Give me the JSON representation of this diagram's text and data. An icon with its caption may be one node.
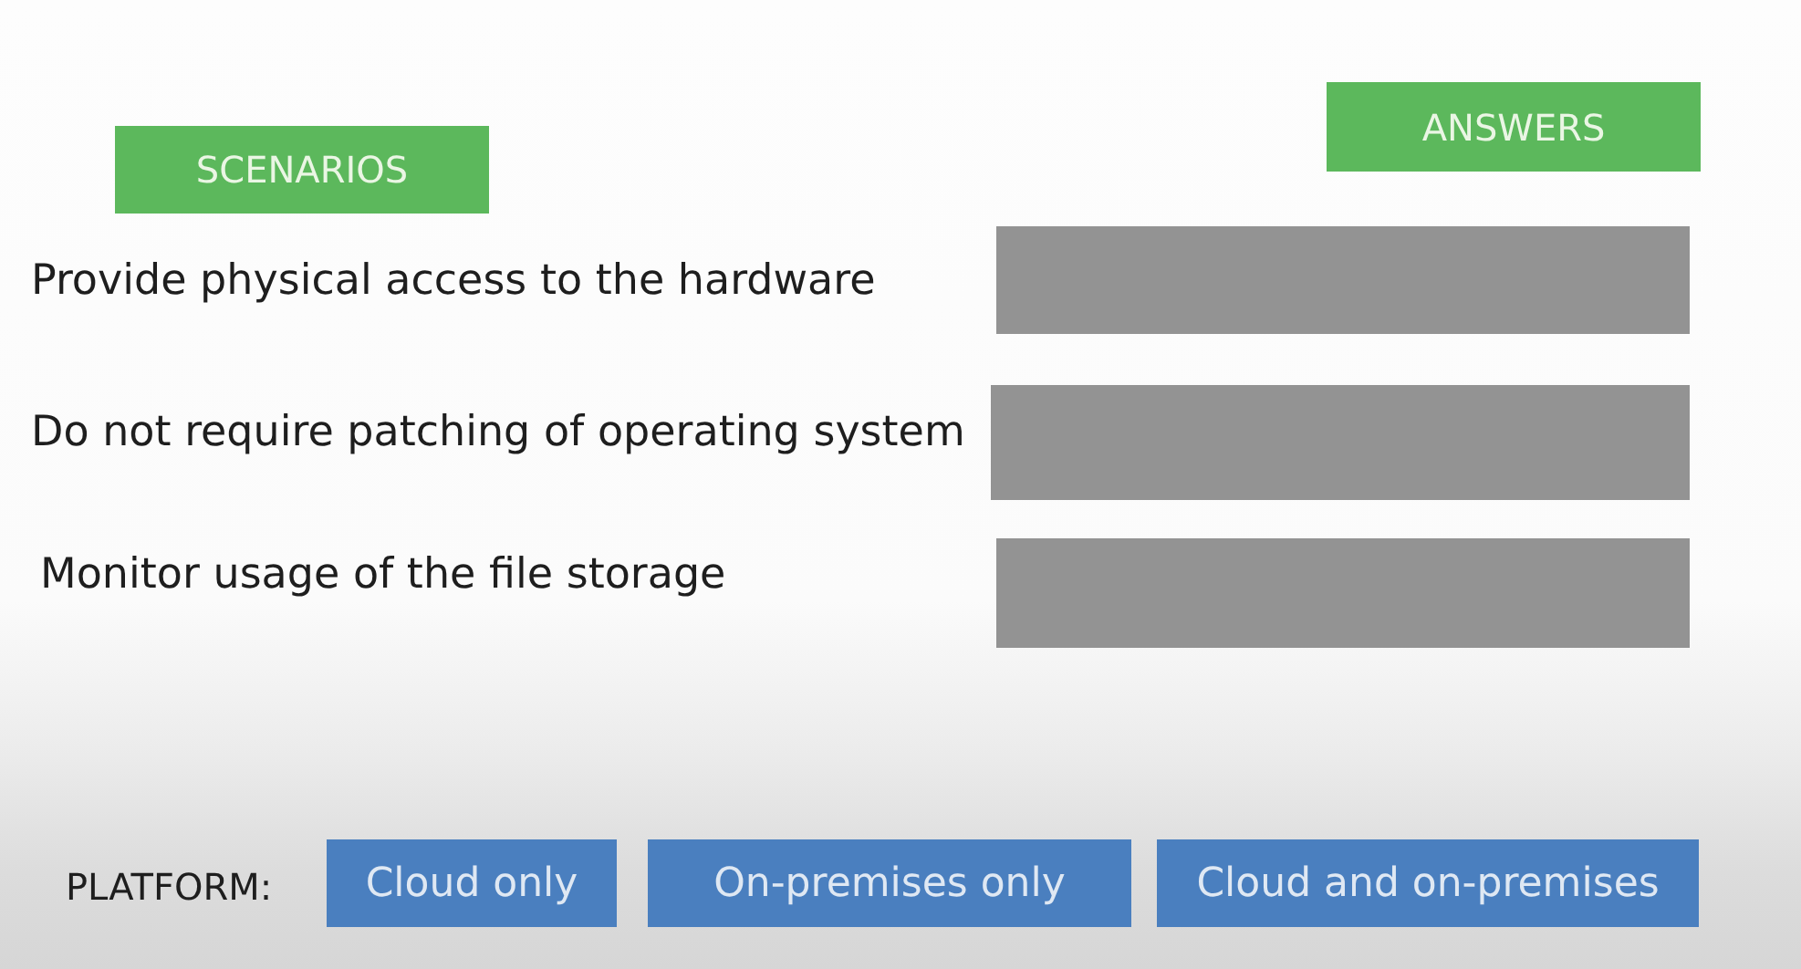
{
  "diagram": {
    "nodes": [
      {
        "text": [
          "SCENARIOS"
        ]
      },
      {
        "text": [
          "ANSWERS"
        ]
      },
      {
        "text": [],
        "shape": "box"
      },
      {
        "text": [],
        "shape": "box"
      },
      {
        "text": [],
        "shape": "box"
      },
      {
        "text": [
          "Cloud only"
        ]
      },
      {
        "text": [
          "On-premises only"
        ]
      },
      {
        "text": [
          "Cloud and on-premises"
        ]
      }
    ],
    "labels": [
      "Provide physical access to the hardware",
      "Do not require patching of operating system",
      "Monitor usage of the file storage",
      "PLATFORM:"
    ]
  }
}
